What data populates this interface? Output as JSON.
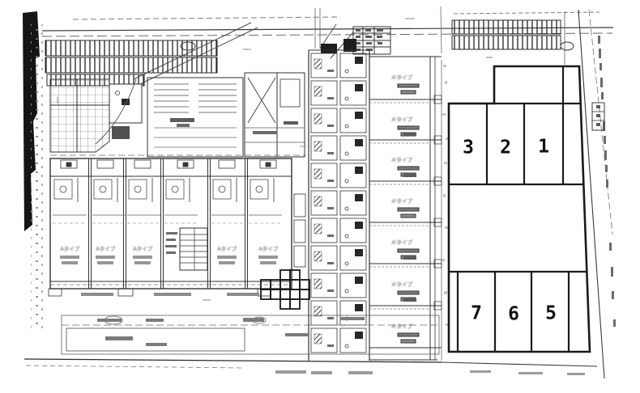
{
  "parking_overlay": {
    "top_row_lots": [
      {
        "label": "3"
      },
      {
        "label": "2"
      },
      {
        "label": "1"
      }
    ],
    "bottom_row_lots": [
      {
        "label": "7"
      },
      {
        "label": "6"
      },
      {
        "label": "5"
      }
    ]
  },
  "units": {
    "left_label": "Aタイプ",
    "right_label": "A'タイプ"
  },
  "colors": {
    "ink": "#1a1a1a",
    "scan_line": "#2a2a2a",
    "paper": "#ffffff",
    "overlay_fill": "#ffffff"
  }
}
